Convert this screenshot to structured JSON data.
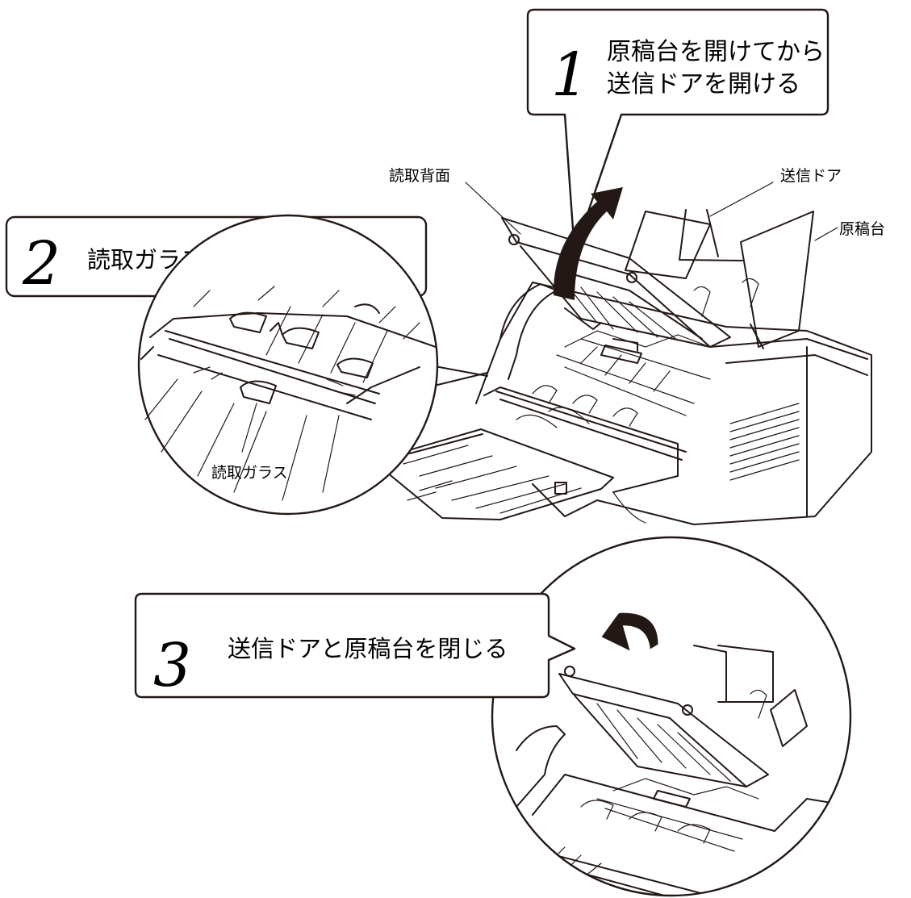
{
  "steps": [
    {
      "number": "1",
      "line1": "原稿台を開けてから",
      "line2": "送信ドアを開ける"
    },
    {
      "number": "2",
      "text": "読取ガラスと読取背面をふく"
    },
    {
      "number": "3",
      "text": "送信ドアと原稿台を閉じる"
    }
  ],
  "labels": {
    "reading_back": "読取背面",
    "send_door": "送信ドア",
    "document_tray": "原稿台",
    "reading_glass": "読取ガラス"
  },
  "colors": {
    "line": "#231815",
    "background": "#ffffff"
  }
}
